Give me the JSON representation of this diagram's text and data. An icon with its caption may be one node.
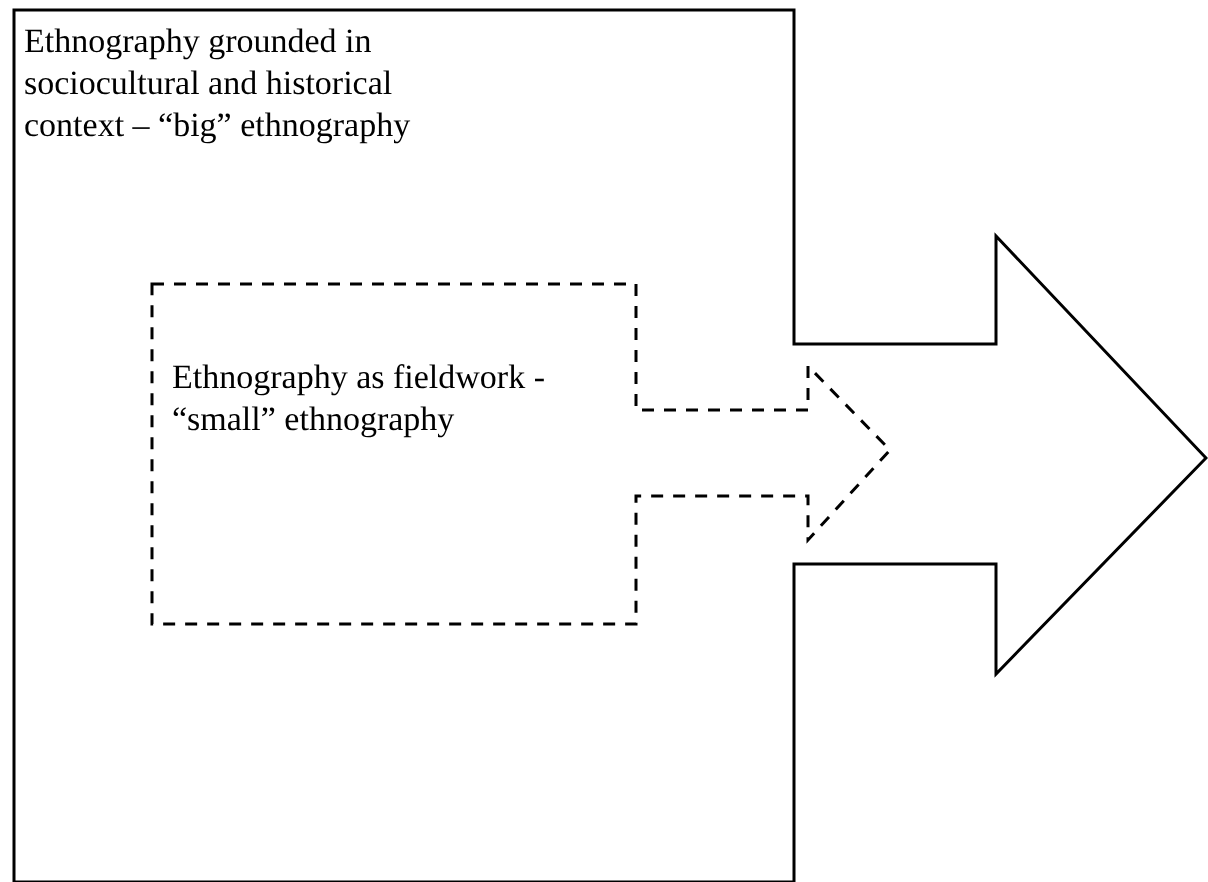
{
  "diagram": {
    "nodes": [
      {
        "text": [
          "Ethnography grounded in sociocultural and historical context – “big” ethnography"
        ]
      },
      {
        "text": [
          "Ethnography as fieldwork - “small” ethnography"
        ],
        "in": 0
      }
    ]
  }
}
